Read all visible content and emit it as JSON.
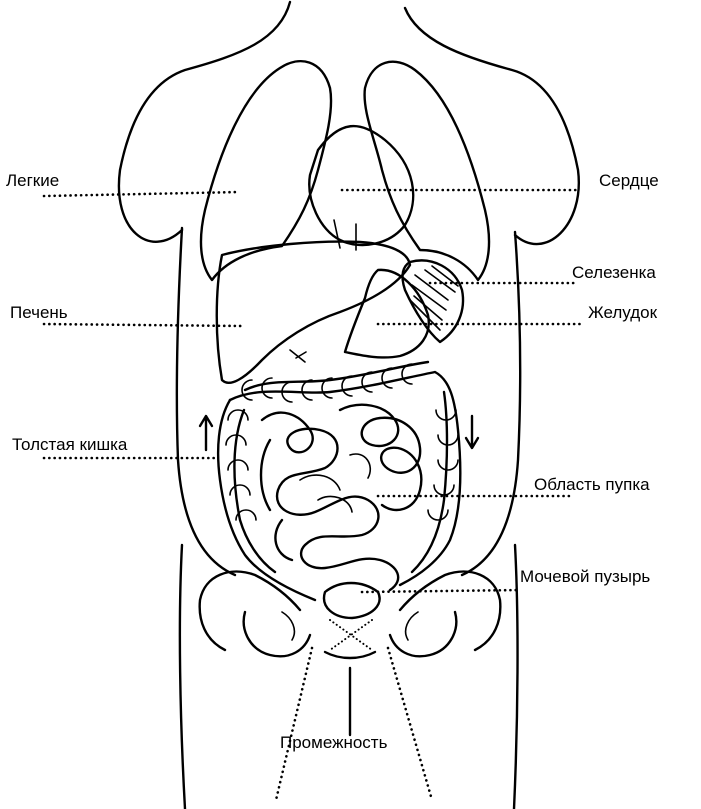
{
  "labels": {
    "lungs": "Легкие",
    "heart": "Сердце",
    "spleen": "Селезенка",
    "liver": "Печень",
    "stomach": "Желудок",
    "colon": "Толстая кишка",
    "navel_area": "Область пупка",
    "bladder": "Мочевой пузырь",
    "perineum": "Промежность"
  }
}
